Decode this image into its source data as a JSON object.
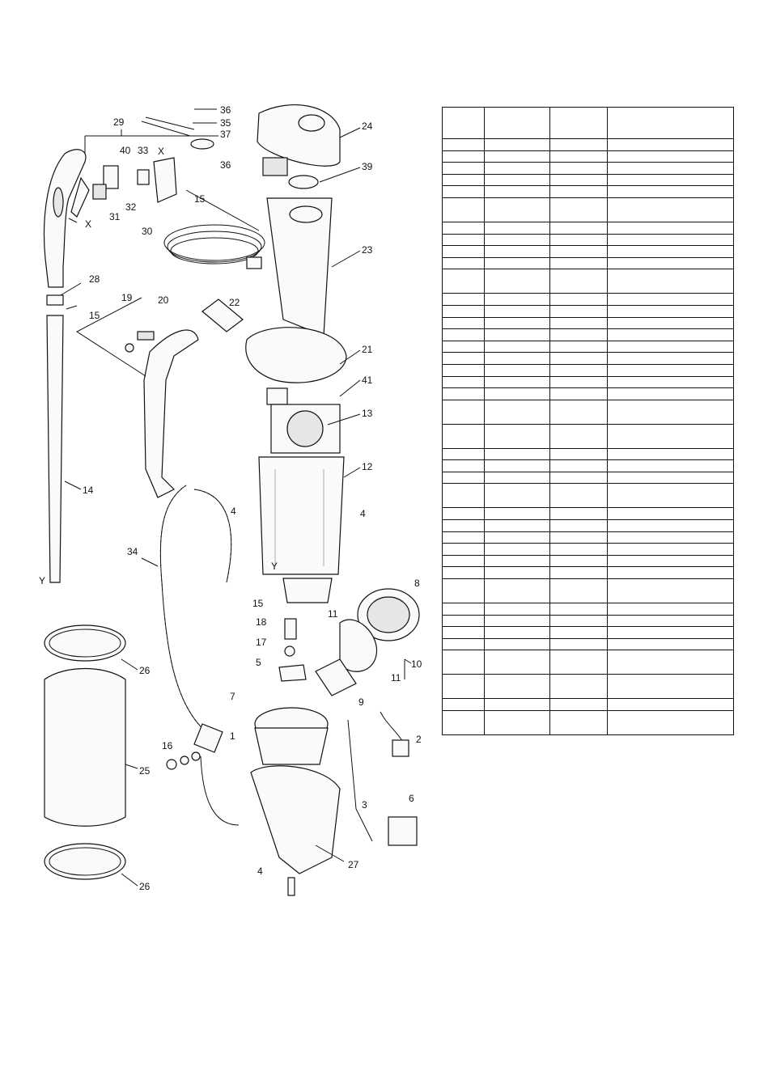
{
  "diagram": {
    "callouts": [
      "36",
      "35",
      "37",
      "29",
      "40",
      "33",
      "X",
      "36",
      "15",
      "31",
      "32",
      "X",
      "30",
      "28",
      "15",
      "19",
      "20",
      "22",
      "14",
      "4",
      "34",
      "Y",
      "15",
      "18",
      "17",
      "5",
      "7",
      "1",
      "16",
      "26",
      "25",
      "26",
      "24",
      "39",
      "23",
      "21",
      "41",
      "13",
      "12",
      "4",
      "11",
      "8",
      "10",
      "11",
      "9",
      "2",
      "3",
      "6",
      "27",
      "4",
      "Y"
    ]
  },
  "parts_table": {
    "header": [
      "",
      "",
      "",
      ""
    ],
    "row_heights": [
      "tall",
      "s",
      "s",
      "s",
      "s",
      "s",
      "t",
      "s",
      "s",
      "s",
      "s",
      "t",
      "s",
      "s",
      "s",
      "s",
      "s",
      "s",
      "s",
      "s",
      "s",
      "t",
      "t",
      "s",
      "s",
      "s",
      "t",
      "s",
      "s",
      "s",
      "s",
      "s",
      "s",
      "t",
      "s",
      "s",
      "s",
      "s",
      "t",
      "t",
      "s",
      "t"
    ]
  }
}
